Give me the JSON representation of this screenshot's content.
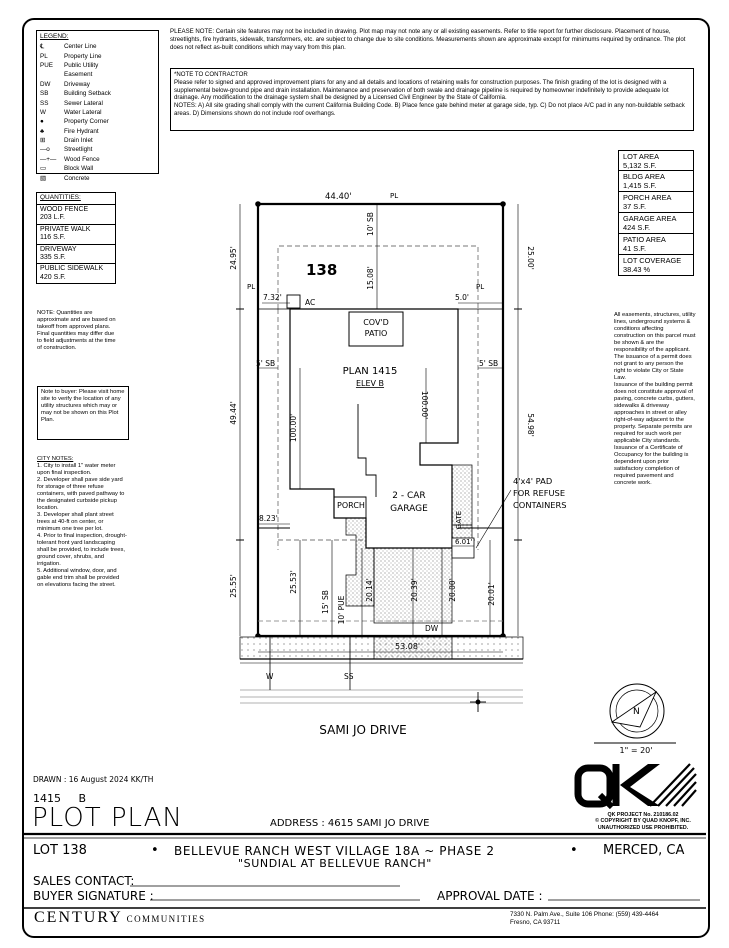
{
  "top_note": "PLEASE NOTE: Certain site features may not be included in drawing. Plot map may not note any or all existing easements. Refer to title report for further disclosure. Placement of house, streetlights, fire hydrants, sidewalk, transformers, etc. are subject to change due to site conditions. Measurements shown are approximate except for minimums required by ordinance. The plot does not reflect as-built conditions which may vary from this plan.",
  "contractor_note": {
    "title": "*NOTE TO CONTRACTOR",
    "body": "Please refer to signed and approved improvement plans for any and all details and locations of retaining walls for construction purposes. The finish grading of the lot is designed with a supplemental below-ground pipe and drain installation. Maintenance and preservation of both swale and drainage pipeline is required by homeowner indefinitely to provide adequate lot drainage. Any modification to the drainage system shall be designed by a Licensed Civil Engineer by the State of California.",
    "notes": "NOTES: A) All site grading shall comply with the current California Building Code. B) Place fence gate behind meter at garage side, typ. C) Do not place A/C pad in any non-buildable setback areas. D) Dimensions shown do not include roof overhangs."
  },
  "legend": {
    "title": "LEGEND:",
    "items": [
      {
        "sym": "℄",
        "label": "Center Line"
      },
      {
        "sym": "PL",
        "label": "Property Line"
      },
      {
        "sym": "PUE",
        "label": "Public Utility"
      },
      {
        "sym": "",
        "label": "Easement"
      },
      {
        "sym": "DW",
        "label": "Driveway"
      },
      {
        "sym": "SB",
        "label": "Building Setback"
      },
      {
        "sym": "SS",
        "label": "Sewer Lateral"
      },
      {
        "sym": "W",
        "label": "Water Lateral"
      },
      {
        "sym": "●",
        "label": "Property Corner"
      },
      {
        "sym": "♣",
        "label": "Fire Hydrant"
      },
      {
        "sym": "⊞",
        "label": "Drain Inlet"
      },
      {
        "sym": "—o",
        "label": "Streetlight"
      },
      {
        "sym": "—+—",
        "label": "Wood Fence"
      },
      {
        "sym": "▭",
        "label": "Block Wall"
      },
      {
        "sym": "▧",
        "label": "Concrete"
      }
    ]
  },
  "quantities": {
    "title": "QUANTITIES:",
    "items": [
      {
        "label": "WOOD FENCE",
        "value": "203 L.F."
      },
      {
        "label": "PRIVATE WALK",
        "value": "116 S.F."
      },
      {
        "label": "DRIVEWAY",
        "value": "335 S.F."
      },
      {
        "label": "PUBLIC SIDEWALK",
        "value": "420 S.F."
      }
    ],
    "note": "NOTE: Quantities are approximate and are based on takeoff from approved plans. Final quantities may differ due to field adjustments at the time of construction."
  },
  "buyer_note": "Note to buyer: Please visit home site to verify the location of any utility structures which may or may not be shown on this Plot Plan.",
  "city_notes": {
    "title": "CITY NOTES:",
    "body": "1. City to install 1\" water meter upon final inspection.\n2. Developer shall pave side yard for storage of three refuse containers, with paved pathway to the designated curbside pickup location.\n3. Developer shall plant street trees at 40-ft on center, or minimum one tree per lot.\n4. Prior to final inspection, drought-tolerant front yard landscaping shall be provided, to include trees, ground cover, shrubs, and irrigation.\n5. Additional window, door, and gable end trim shall be provided on elevations facing the street."
  },
  "areas": [
    {
      "label": "LOT AREA",
      "value": "5,132 S.F."
    },
    {
      "label": "BLDG AREA",
      "value": "1,415 S.F."
    },
    {
      "label": "PORCH AREA",
      "value": "37 S.F."
    },
    {
      "label": "GARAGE AREA",
      "value": "424 S.F."
    },
    {
      "label": "PATIO AREA",
      "value": "41 S.F."
    },
    {
      "label": "LOT COVERAGE",
      "value": "38.43 %"
    }
  ],
  "right_notes": "All easements, structures, utility lines, underground systems & conditions affecting construction on this parcel must be shown & are the responsibility of the applicant. The issuance of a permit does not grant to any person the right to violate City or State Law.\nIssuance of the building permit does not constitute approval of paving, concrete curbs, gutters, sidewalks & driveway approaches in street or alley right-of-way adjacent to the property. Separate permits are required for such work per applicable City standards. Issuance of a Certificate of Occupancy for the building is dependent upon prior satisfactory completion of required pavement and concrete work.",
  "plan": {
    "lot_number": "138",
    "plan_name": "PLAN 1415",
    "elev": "ELEV B",
    "covd_patio_1": "COV'D",
    "covd_patio_2": "PATIO",
    "garage_1": "2 - CAR",
    "garage_2": "GARAGE",
    "porch": "PORCH",
    "gate": "GATE",
    "ac": "AC",
    "pad_label_1": "4'x4' PAD",
    "pad_label_2": "FOR REFUSE",
    "pad_label_3": "CONTAINERS",
    "pl": "PL",
    "dims": {
      "top_width": "44.40'",
      "rear_left": "24.95'",
      "rear_right": "25.00'",
      "rear_sb": "10' SB",
      "rear_depth": "15.08'",
      "left_off": "7.32'",
      "right_off": "5.0'",
      "side_sb_l": "5' SB",
      "side_sb_r": "5' SB",
      "left_total": "49.44'",
      "right_total": "54.98'",
      "house_l": "100.00'",
      "house_r": "100.00'",
      "front_l": "25.55'",
      "front_l2": "25.53'",
      "porch_off": "8.23'",
      "front_sb": "15' SB",
      "pue": "10' PUE",
      "porch_depth": "20.14'",
      "dw_depth": "20.39'",
      "gar_right": "20.00'",
      "front_right": "20.01'",
      "gate_off": "6.01'",
      "street_width": "53.08'",
      "dw": "DW",
      "w": "W",
      "ss": "SS"
    },
    "street": "SAMI JO DRIVE"
  },
  "north_letter": "N",
  "scale": "1\" = 20'",
  "drawn": "DRAWN : 16 August 2024 KK/TH",
  "plan_code_1": "1415",
  "plan_code_2": "B",
  "plot_plan": "PLOT PLAN",
  "address": "ADDRESS : 4615 SAMI JO DRIVE",
  "qk": {
    "logo": "QK",
    "project": "QK PROJECT No. 210186.02",
    "copyright": "© COPYRIGHT BY QUAD KNOPF, INC.",
    "unauth": "UNAUTHORIZED USE PROHIBITED."
  },
  "title_row": {
    "lot": "LOT 138",
    "bullet": "•",
    "project": "BELLEVUE RANCH WEST VILLAGE 18A ~ PHASE 2",
    "city": "MERCED, CA",
    "subtitle": "\"SUNDIAL AT BELLEVUE RANCH\""
  },
  "sales_contact": "SALES CONTACT:",
  "buyer_signature": "BUYER SIGNATURE :",
  "approval_date": "APPROVAL DATE :",
  "company": "CENTURY",
  "company_2": "COMMUNITIES",
  "company_addr_1": "7330 N. Palm Ave., Suite 106   Phone: (559) 439-4464",
  "company_addr_2": "Fresno, CA  93711"
}
